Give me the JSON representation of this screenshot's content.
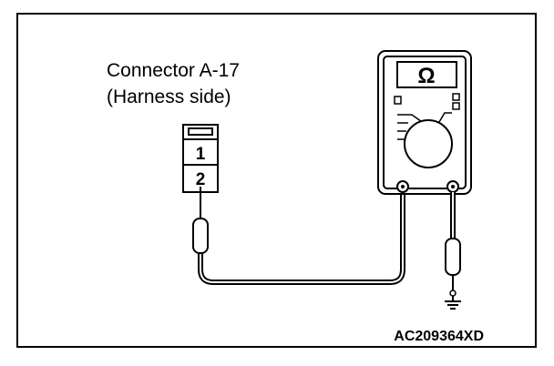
{
  "connector": {
    "label_line1": "Connector A-17",
    "label_line2": "(Harness side)",
    "pin_top": "1",
    "pin_bottom": "2"
  },
  "meter": {
    "symbol": "Ω",
    "icon": "ohm-meter-icon"
  },
  "ground": {
    "icon": "ground-icon"
  },
  "figure_id": "AC209364XD"
}
